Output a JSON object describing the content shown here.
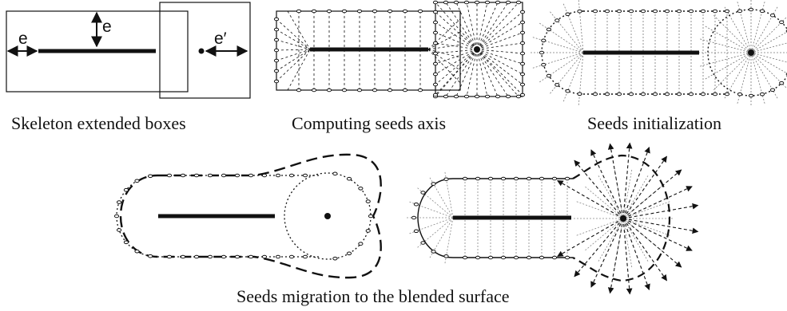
{
  "panels": {
    "boxes": {
      "caption": "Skeleton extended boxes",
      "labels": {
        "left": "e",
        "top": "e",
        "right": "e′"
      }
    },
    "axis": {
      "caption": "Computing seeds axis"
    },
    "init": {
      "caption": "Seeds initialization"
    },
    "migration": {
      "caption": "Seeds migration to the blended surface"
    }
  }
}
